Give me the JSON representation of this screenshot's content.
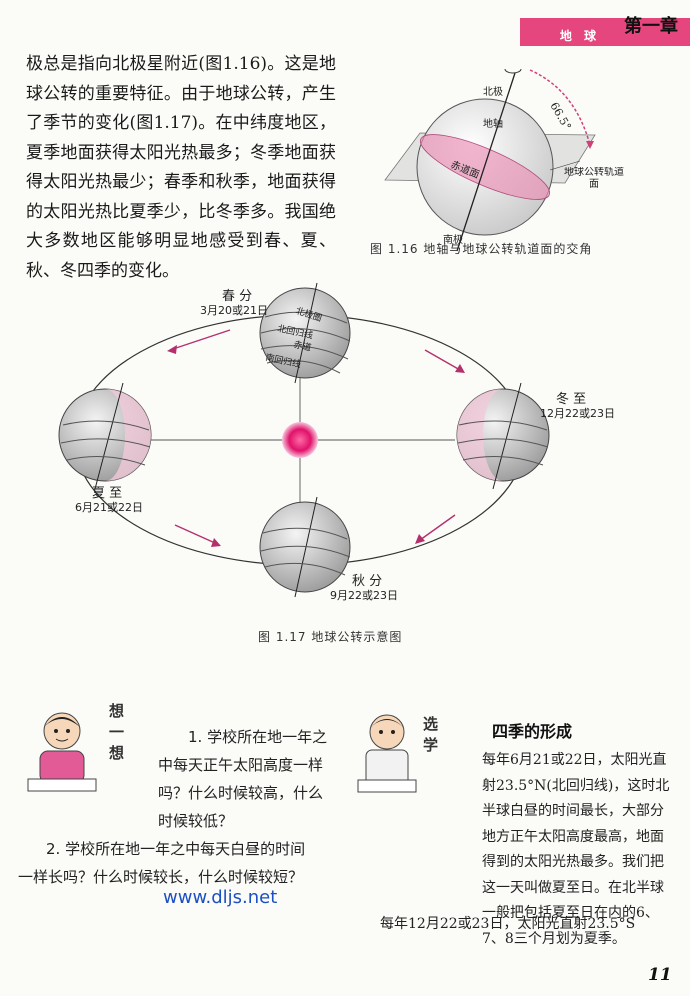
{
  "header": {
    "chapter": "第一章",
    "topic": "地 球",
    "accent": "#e6467e"
  },
  "intro_paragraph": "极总是指向北极星附近(图1.16)。这是地球公转的重要特征。由于地球公转，产生了季节的变化(图1.17)。在中纬度地区，夏季地面获得太阳光热最多；冬季地面获得太阳光热最少；春季和秋季，地面获得的太阳光热比夏季少，比冬季多。我国绝大多数地区能够明显地感受到春、夏、秋、冬四季的变化。",
  "fig16": {
    "labels": {
      "north_pole": "北极",
      "axis": "地轴",
      "angle": "66.5°",
      "equator": "赤道面",
      "orbit_plane": "地球公转轨道面",
      "south_pole": "南极"
    },
    "caption": "图 1.16  地轴与地球公转轨道面的交角"
  },
  "fig17": {
    "spring": {
      "name": "春 分",
      "date": "3月20或21日"
    },
    "summer": {
      "name": "夏 至",
      "date": "6月21或22日"
    },
    "autumn": {
      "name": "秋 分",
      "date": "9月22或23日"
    },
    "winter": {
      "name": "冬 至",
      "date": "12月22或23日"
    },
    "globe_lines": [
      "北极圈",
      "北回归线",
      "赤道",
      "南回归线"
    ],
    "caption": "图 1.17  地球公转示意图"
  },
  "think": {
    "label": "想一想",
    "q1": "1. 学校所在地一年之中每天正午太阳高度一样吗？什么时候较高，什么时候较低？",
    "q2": "2. 学校所在地一年之中每天白昼的时间一样长吗？什么时候较长，什么时候较短？",
    "url": "www.dljs.net"
  },
  "read": {
    "label": "选学",
    "title": "四季的形成",
    "p1": "每年6月21或22日，太阳光直射23.5°N(北回归线)，这时北半球白昼的时间最长，大部分地方正午太阳高度最高，地面得到的太阳光热最多。我们把这一天叫做夏至日。在北半球一般把包括夏至日在内的6、7、8三个月划为夏季。",
    "p2": "每年12月22或23日，太阳光直射23.5°S"
  },
  "page_number": "11"
}
